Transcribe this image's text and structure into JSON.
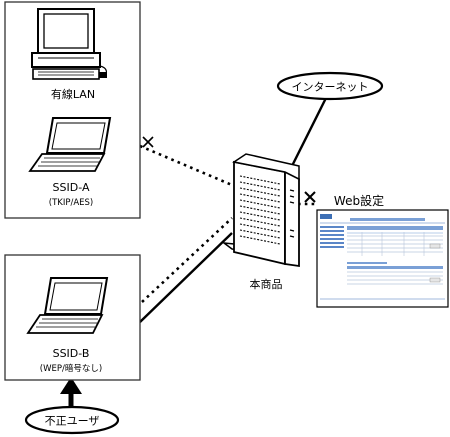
{
  "labels": {
    "wired_lan": "有線LAN",
    "ssid_a": "SSID-A",
    "ssid_a_security": "(TKIP/AES)",
    "ssid_b": "SSID-B",
    "ssid_b_security": "(WEP/暗号なし)",
    "internet": "インターネット",
    "web_settings": "Web設定",
    "product": "本商品",
    "unauthorized_user": "不正ユーザ"
  },
  "blocked_marks": [
    "blocked-wired-ssid-a",
    "blocked-web-settings"
  ]
}
